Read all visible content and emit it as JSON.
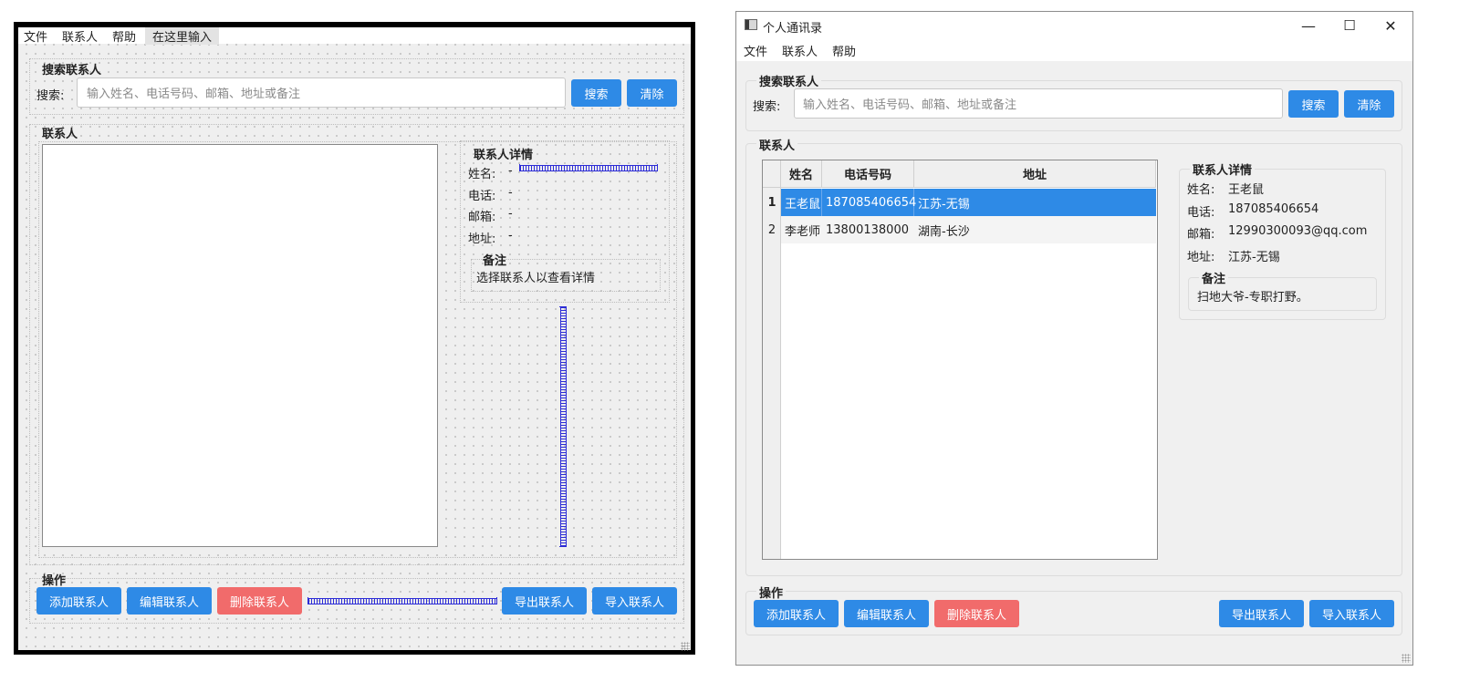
{
  "designer": {
    "menu": [
      "文件",
      "联系人",
      "帮助"
    ],
    "menu_type_here": "在这里输入",
    "search_group_title": "搜索联系人",
    "search_label": "搜索:",
    "search_placeholder": "输入姓名、电话号码、邮箱、地址或备注",
    "search_button": "搜索",
    "clear_button": "清除",
    "contacts_group_title": "联系人",
    "details_title": "联系人详情",
    "fields": [
      {
        "label": "姓名:",
        "value": "-"
      },
      {
        "label": "电话:",
        "value": "-"
      },
      {
        "label": "邮箱:",
        "value": "-"
      },
      {
        "label": "地址:",
        "value": "-"
      }
    ],
    "notes_title": "备注",
    "notes_text": "选择联系人以查看详情",
    "ops_title": "操作",
    "ops_buttons": {
      "add": "添加联系人",
      "edit": "编辑联系人",
      "delete": "删除联系人",
      "export": "导出联系人",
      "import": "导入联系人"
    }
  },
  "app": {
    "window_title": "个人通讯录",
    "window_controls": {
      "minimize": "—",
      "maximize": "☐",
      "close": "✕"
    },
    "menu": [
      "文件",
      "联系人",
      "帮助"
    ],
    "search_group_title": "搜索联系人",
    "search_label": "搜索:",
    "search_placeholder": "输入姓名、电话号码、邮箱、地址或备注",
    "search_button": "搜索",
    "clear_button": "清除",
    "contacts_group_title": "联系人",
    "table": {
      "headers": [
        "姓名",
        "电话号码",
        "地址"
      ],
      "rows": [
        {
          "num": "1",
          "name": "王老鼠",
          "phone": "187085406654",
          "address": "江苏-无锡",
          "selected": true
        },
        {
          "num": "2",
          "name": "李老师",
          "phone": "13800138000",
          "address": "湖南-长沙",
          "selected": false
        }
      ]
    },
    "details_title": "联系人详情",
    "fields": [
      {
        "label": "姓名:",
        "value": "王老鼠"
      },
      {
        "label": "电话:",
        "value": "187085406654"
      },
      {
        "label": "邮箱:",
        "value": "12990300093@qq.com"
      },
      {
        "label": "地址:",
        "value": "江苏-无锡"
      }
    ],
    "notes_title": "备注",
    "notes_text": "扫地大爷-专职打野。",
    "ops_title": "操作",
    "ops_buttons": {
      "add": "添加联系人",
      "edit": "编辑联系人",
      "delete": "删除联系人",
      "export": "导出联系人",
      "import": "导入联系人"
    }
  },
  "colors": {
    "accent": "#2e8ae6",
    "danger": "#f16b6b",
    "window_bg": "#f0f0f0",
    "spacer": "#2b2bd6"
  }
}
